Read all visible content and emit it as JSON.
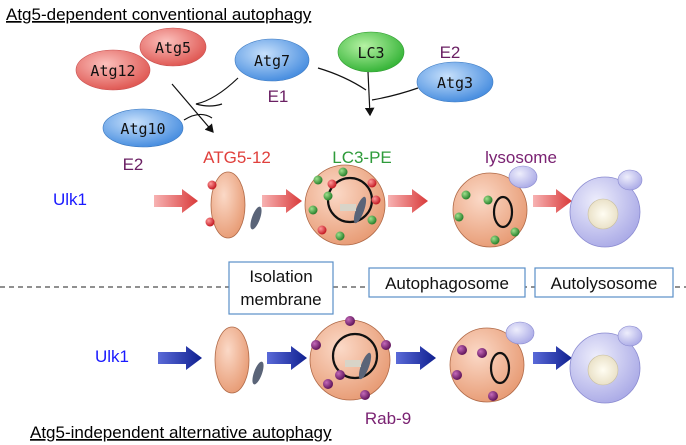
{
  "titles": {
    "top": "Atg5-dependent conventional autophagy",
    "bottom": "Atg5-independent alternative autophagy"
  },
  "proteins": {
    "atg5": "Atg5",
    "atg12": "Atg12",
    "atg7": "Atg7",
    "lc3": "LC3",
    "atg3": "Atg3",
    "atg10": "Atg10"
  },
  "enzyme_labels": {
    "e1": "E1",
    "e2_top": "E2",
    "e2_left": "E2"
  },
  "stage_labels": {
    "atg5_12": "ATG5-12",
    "lc3_pe": "LC3-PE",
    "lysosome": "lysosome",
    "ulk1_top": "Ulk1",
    "ulk1_bottom": "Ulk1",
    "rab9": "Rab-9"
  },
  "boxes": {
    "isolation_line1": "Isolation",
    "isolation_line2": "membrane",
    "autophagosome": "Autophagosome",
    "autolysosome": "Autolysosome"
  },
  "colors": {
    "atg5_12_red": "#e0403c",
    "lc3_green": "#2e9b3a",
    "rab9_purple": "#7a2272",
    "ulk1_blue": "#1a1aff",
    "e_purple": "#6a1f63",
    "membrane_orange": "#f2b08e",
    "lysosome_lavender": "#c8c8f2",
    "arrow_red": "#d94a4a",
    "arrow_blue": "#1a2aa8",
    "box_border": "#5b8fc7"
  }
}
